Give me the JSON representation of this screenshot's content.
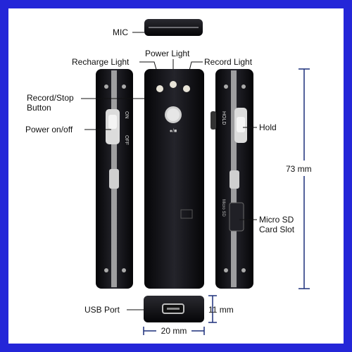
{
  "colors": {
    "border": "#2426d8",
    "device_body": "#16161c",
    "stripe": "#c8c8c8",
    "dim_line": "#1c2f7a"
  },
  "labels": {
    "mic": "MIC",
    "power_light": "Power Light",
    "recharge_light": "Recharge Light",
    "record_light": "Record Light",
    "record_stop_line1": "Record/Stop",
    "record_stop_line2": "Button",
    "power_onoff": "Power on/off",
    "hold": "Hold",
    "micro_sd_line1": "Micro SD",
    "micro_sd_line2": "Card Slot",
    "usb_port": "USB Port"
  },
  "dimensions": {
    "height": "73 mm",
    "depth": "11 mm",
    "width": "20 mm"
  },
  "device_markings": {
    "on": "ON",
    "off": "OFF",
    "hold": "HOLD",
    "microsd": "Micro SD",
    "button_symbol": "●/■"
  }
}
